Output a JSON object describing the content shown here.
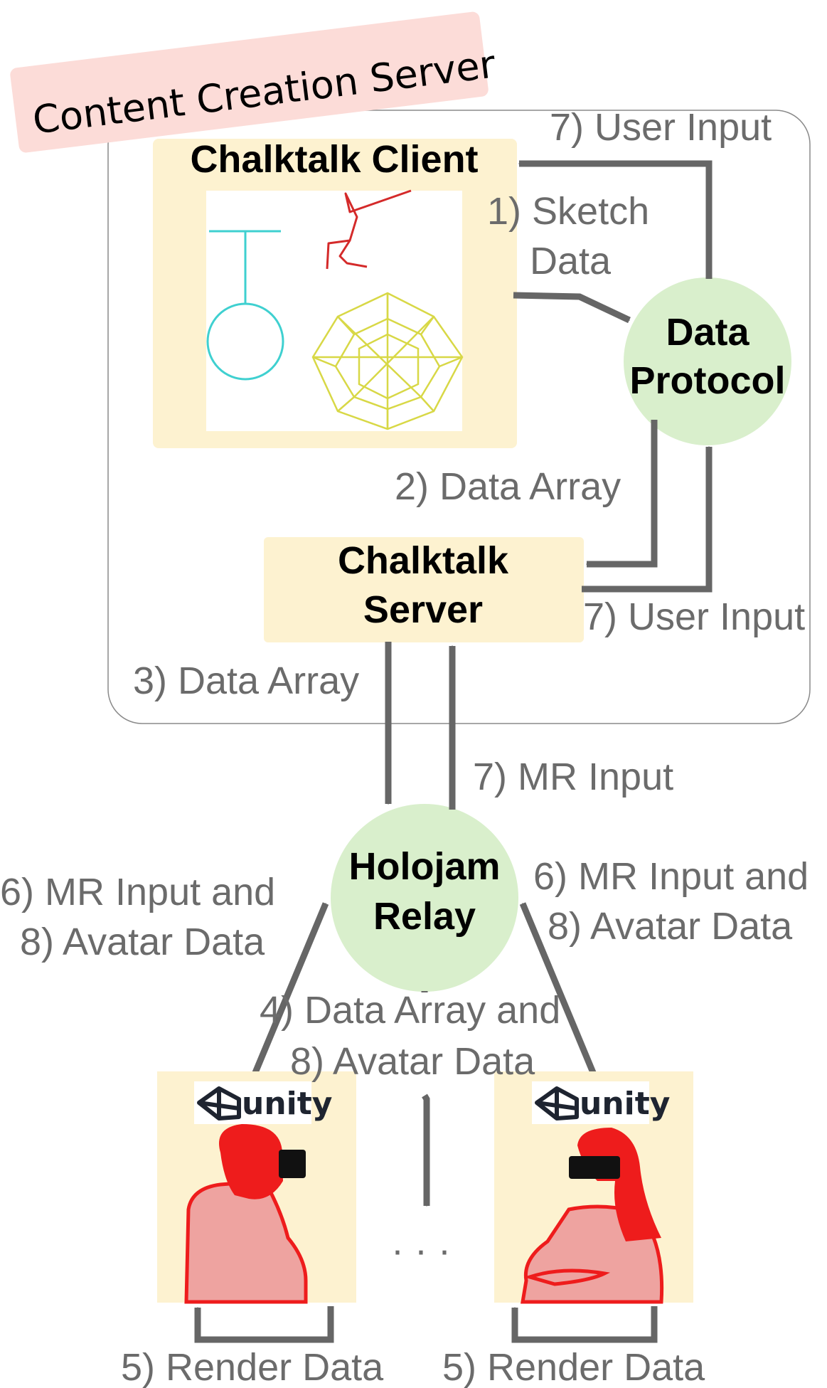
{
  "banner": {
    "title": "Content Creation Server"
  },
  "client": {
    "title": "Chalktalk Client"
  },
  "protocol": {
    "line1": "Data",
    "line2": "Protocol"
  },
  "server": {
    "line1": "Chalktalk",
    "line2": "Server"
  },
  "relay": {
    "line1": "Holojam",
    "line2": "Relay"
  },
  "labels": {
    "sketch1": "1) Sketch",
    "sketch2": "Data",
    "user_input_top": "7) User Input",
    "data_array_2": "2) Data Array",
    "user_input_mid": "7) User Input",
    "data_array_3": "3) Data Array",
    "mr_input": "7) MR Input",
    "left6": "6) MR Input  and",
    "left8": "8) Avatar Data",
    "right6": "6) MR Input and",
    "right8": "8) Avatar Data",
    "center4": "4) Data Array and",
    "center8": "8) Avatar Data",
    "render_left": "5) Render Data",
    "render_right": "5) Render Data",
    "ellipsis": "· · ·"
  },
  "unity": {
    "logo_text": "unity"
  },
  "colors": {
    "banner_bg": "#fcdcd8",
    "box_bg": "#fdf2d0",
    "node_bg": "#d9efcc",
    "arrow": "#666666",
    "sketch_cyan": "#3fd0d0",
    "sketch_red": "#d42a2a",
    "sketch_yellow": "#d8d846",
    "avatar_red": "#ee1c1c",
    "avatar_skin": "#eea3a0"
  },
  "icons": [
    "pendulum-sketch-icon",
    "stick-figure-sketch-icon",
    "hypercube-sketch-icon",
    "unity-logo-icon",
    "vr-user-avatar-icon"
  ]
}
